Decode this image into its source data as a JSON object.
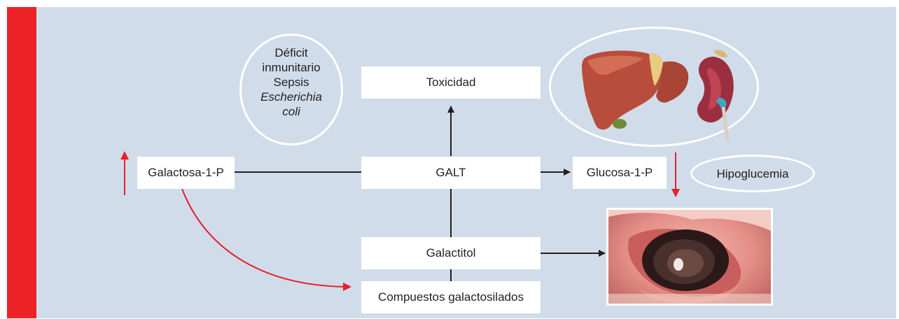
{
  "nodes": {
    "toxicidad": "Toxicidad",
    "galt": "GALT",
    "galactosa": "Galactosa-1-P",
    "glucosa": "Glucosa-1-P",
    "galactitol": "Galactitol",
    "compuestos": "Compuestos galactosilados"
  },
  "deficit": {
    "line1": "Déficit",
    "line2": "inmunitario",
    "line3": "Sepsis",
    "line4": "Escherichia",
    "line5": "coli"
  },
  "hipoglucemia": "Hipoglucemia",
  "colors": {
    "panel": "#d0dce9",
    "left_bar": "#ec2227",
    "arrow_black": "#231f20",
    "arrow_red": "#e5202a"
  },
  "icons": {
    "organs": "liver-and-kidney-illustration",
    "eye": "eye-cataract-photo",
    "up_arrow": "red-up-arrow",
    "down_arrow": "red-down-arrow"
  }
}
